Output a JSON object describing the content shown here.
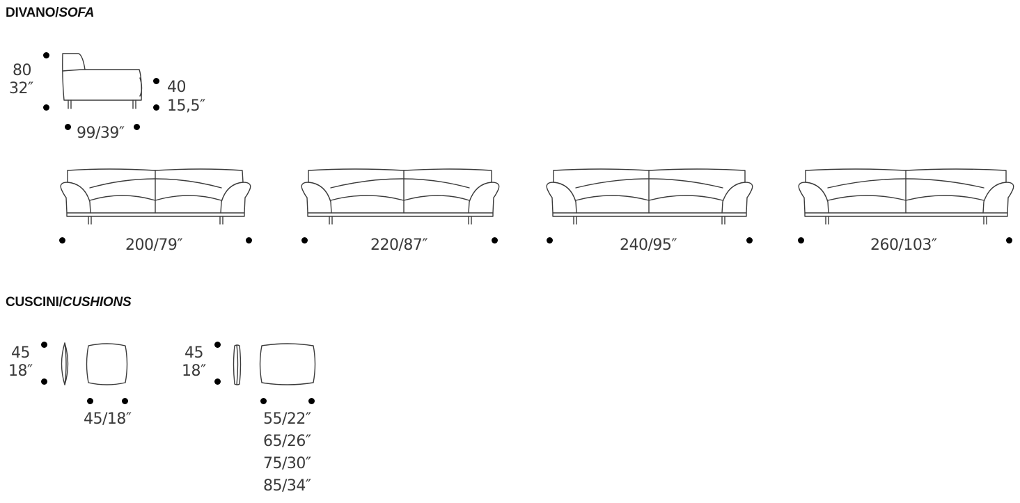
{
  "sections": {
    "sofa": {
      "title_main": "DIVANO/",
      "title_italic": "SOFA"
    },
    "cushions": {
      "title_main": "CUSCINI/",
      "title_italic": "CUSHIONS"
    }
  },
  "side_view": {
    "height_cm": "80",
    "height_in": "32″",
    "seat_cm": "40",
    "seat_in": "15,5″",
    "depth": "99/39″"
  },
  "sofas": [
    {
      "width": "200/79″"
    },
    {
      "width": "220/87″"
    },
    {
      "width": "240/95″"
    },
    {
      "width": "260/103″"
    }
  ],
  "cushion_small": {
    "height_cm": "45",
    "height_in": "18″",
    "width": "45/18″"
  },
  "cushion_large": {
    "height_cm": "45",
    "height_in": "18″",
    "widths": [
      "55/22″",
      "65/26″",
      "75/30″",
      "85/34″"
    ]
  }
}
